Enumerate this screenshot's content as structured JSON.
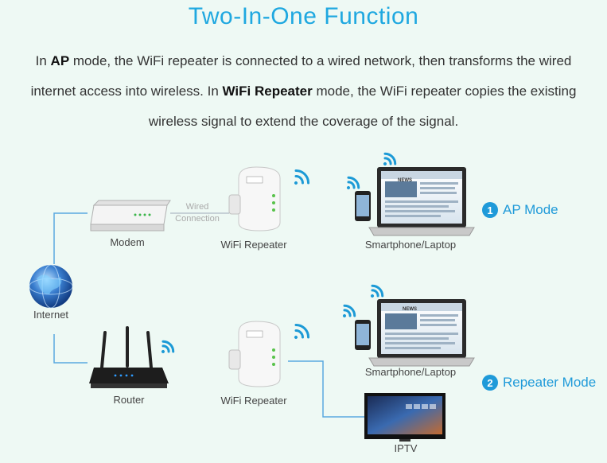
{
  "header": {
    "title": "Two-In-One Function",
    "desc_1": "In ",
    "desc_ap": "AP",
    "desc_2": " mode, the WiFi repeater is connected to a wired network, then transforms the wired internet access into wireless. In ",
    "desc_rep": "WiFi Repeater",
    "desc_3": " mode, the WiFi repeater copies the existing wireless signal to extend the coverage of the signal."
  },
  "devices": {
    "internet": "Internet",
    "modem": "Modem",
    "repeater_top": "WiFi Repeater",
    "device_top": "Smartphone/Laptop",
    "router": "Router",
    "repeater_bottom": "WiFi Repeater",
    "device_bottom": "Smartphone/Laptop",
    "iptv": "IPTV"
  },
  "connection": {
    "line1": "Wired",
    "line2": "Connection"
  },
  "screens": {
    "top": "NEWS",
    "bottom": "NEWS"
  },
  "modes": {
    "ap": {
      "num": "1",
      "label": "AP Mode"
    },
    "repeater": {
      "num": "2",
      "label": "Repeater Mode"
    }
  },
  "colors": {
    "accent": "#1fa8e0",
    "line": "#5aa9e0",
    "background": "#eef9f4"
  },
  "icons": [
    "globe-icon",
    "modem-icon",
    "router-icon",
    "repeater-icon",
    "laptop-icon",
    "phone-icon",
    "tv-icon",
    "wifi-icon"
  ]
}
